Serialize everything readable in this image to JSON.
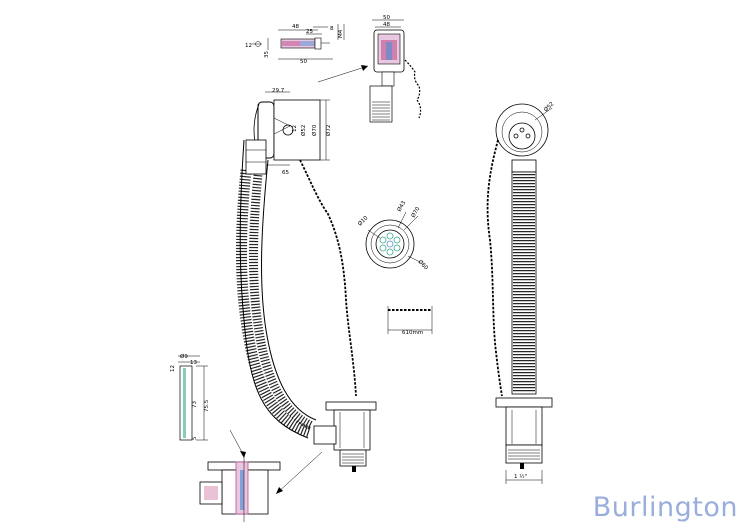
{
  "brand": {
    "name": "Burlington",
    "color": "#9aaedc"
  },
  "colors": {
    "line": "#000000",
    "accent_pink": "#c0508a",
    "accent_blue": "#5a8fd0",
    "accent_green": "#3aa88a"
  },
  "dims": {
    "top_48": "48",
    "top_25": "25",
    "top_8": "8",
    "top_50": "50",
    "top_12": "12",
    "top_M4": "M4",
    "top_35": "35",
    "right_50": "50",
    "right_48": "48",
    "overflow_29_7": "29.7",
    "overflow_12": "12",
    "overflow_52": "Ø52",
    "overflow_70": "Ø70",
    "overflow_72": "Ø72",
    "overflow_65": "65",
    "grate_10": "Ø10",
    "grate_43": "Ø43",
    "grate_70": "Ø70",
    "grate_60": "Ø60",
    "chain_len": "610mm",
    "bracket_9": "Ø9",
    "bracket_13": "13",
    "bracket_12": "12",
    "bracket_73": "73",
    "bracket_55": "75.5",
    "bracket_5": "5",
    "side_52": "Ø52",
    "side_thread": "1 ½\""
  }
}
